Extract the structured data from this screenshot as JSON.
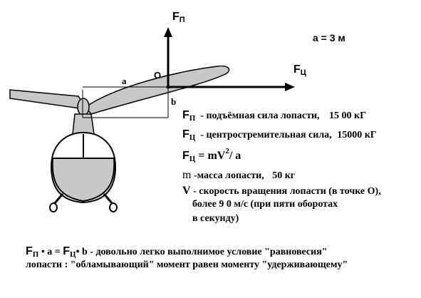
{
  "labels": {
    "fp_axis": "F",
    "fp_axis_sub": "П",
    "fc_axis": "F",
    "fc_axis_sub": "Ц",
    "point_o": "O",
    "dim_a": "a",
    "dim_b": "b",
    "a_value": "a = 3 м"
  },
  "legend": {
    "fp": {
      "sym": "F",
      "sub": "П",
      "text": "- подъёмная сила лопасти,",
      "value": "15 00 кГ"
    },
    "fc": {
      "sym": "F",
      "sub": "Ц",
      "text": "- центростремительная сила,",
      "value": "15000 кГ"
    },
    "formula": {
      "sym": "F",
      "sub": "Ц",
      "eq": "=",
      "m": "mV",
      "exp": "2",
      "tail": "/ a"
    },
    "mass": {
      "sym": "m",
      "text": "-масса лопасти,",
      "value": "50 кг"
    },
    "speed": {
      "sym": "V",
      "line1": "- скорость вращения лопасти (в точке О),",
      "line2": "более 9 0 м/с (при пяти оборотах",
      "line3": "в секунду)"
    }
  },
  "bottom": {
    "f1": "F",
    "f1_sub": "П",
    "dot1": "•",
    "a": "a",
    "eq": "=",
    "f2": "F",
    "f2_sub": "Ц",
    "dot2": "•",
    "b": "b",
    "line1": "- довольно легко выполнимое условие \"равновесия\"",
    "line2": "лопасти : \"обламывающий\" момент равен моменту \"удерживающему\""
  },
  "colors": {
    "stroke": "#000000",
    "cabin_fill": "#c8c8c8",
    "blade_fill": "#c8c8c8"
  }
}
